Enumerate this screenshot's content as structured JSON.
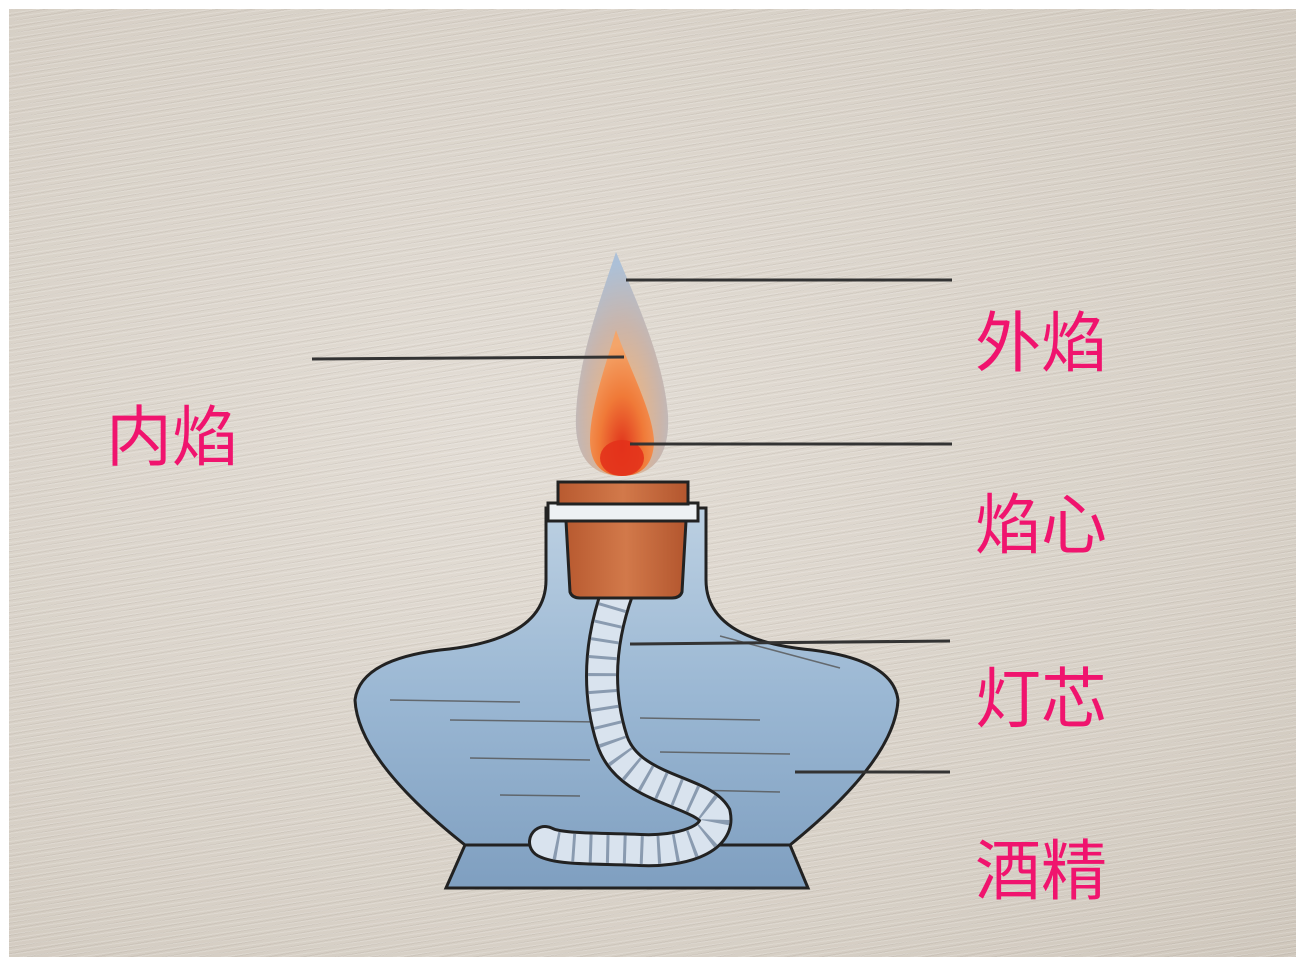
{
  "labels": {
    "inner_flame": "内焰",
    "outer_flame": "外焰",
    "flame_core": "焰心",
    "wick": "灯芯",
    "alcohol": "酒精"
  },
  "colors": {
    "label": "#f0146e",
    "leader_line": "#333333",
    "glass": "#9ab7d3",
    "cap": "#c0653a",
    "flame_outer": "#a9bfd8",
    "flame_inner": "#f08a3c",
    "flame_core": "#e33b1e"
  }
}
